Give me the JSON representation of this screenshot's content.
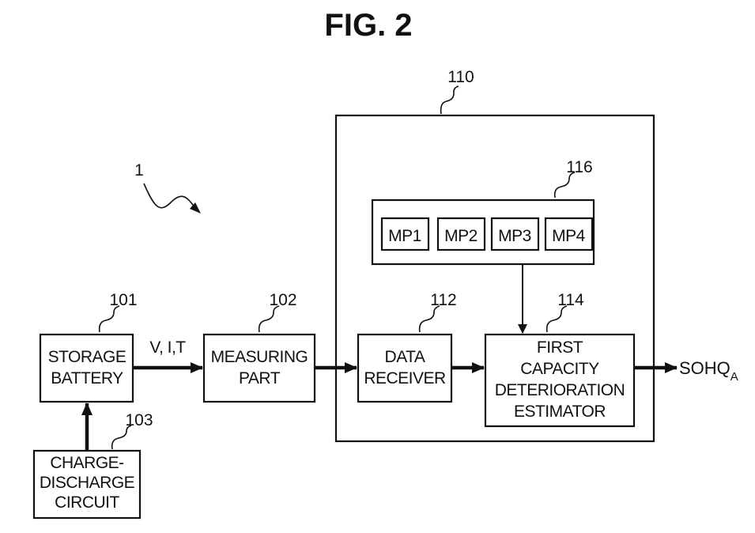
{
  "figure": {
    "title": "FIG. 2"
  },
  "refs": {
    "system": "1",
    "storage_battery": "101",
    "measuring_part": "102",
    "charge_circuit": "103",
    "estimation_device": "110",
    "data_receiver": "112",
    "estimator": "114",
    "model_store": "116"
  },
  "blocks": {
    "storage_battery": [
      "STORAGE",
      "BATTERY"
    ],
    "measuring_part": [
      "MEASURING",
      "PART"
    ],
    "charge_circuit": [
      "CHARGE-",
      "DISCHARGE",
      "CIRCUIT"
    ],
    "data_receiver": [
      "DATA",
      "RECEIVER"
    ],
    "estimator": [
      "FIRST",
      "CAPACITY",
      "DETERIORATION",
      "ESTIMATOR"
    ]
  },
  "models": [
    "MP1",
    "MP2",
    "MP3",
    "MP4"
  ],
  "signals": {
    "measurements": "V, I,T",
    "output_main": "SOHQ",
    "output_sub": "A"
  }
}
